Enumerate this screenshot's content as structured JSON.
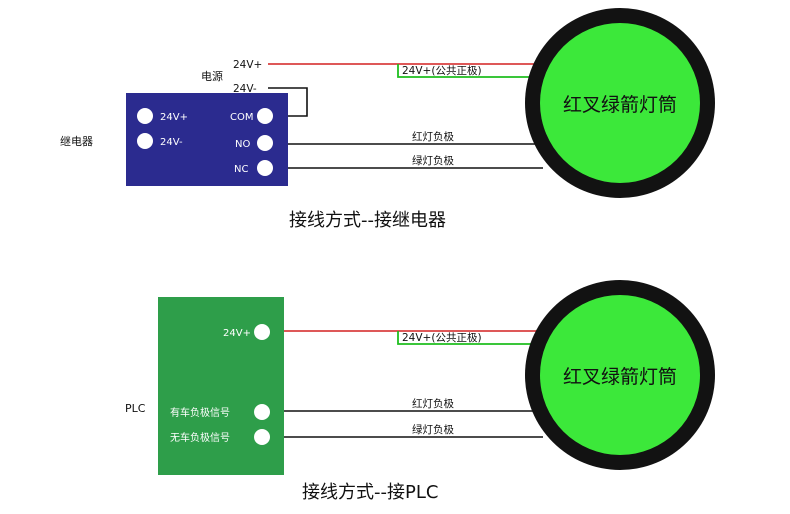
{
  "section_top": {
    "power_label": "电源",
    "power_plus": "24V+",
    "power_minus": "24V-",
    "relay_side_label": "继电器",
    "relay_terminals": {
      "plus": "24V+",
      "minus": "24V-",
      "com": "COM",
      "no": "NO",
      "nc": "NC"
    },
    "common_wire_label": "24V+(公共正极)",
    "red_wire_label": "红灯负极",
    "green_wire_label": "绿灯负极",
    "lamp_label": "红叉绿箭灯筒",
    "caption": "接线方式--接继电器"
  },
  "section_bottom": {
    "plc_side_label": "PLC",
    "plc_terminals": {
      "plus": "24V+",
      "with_car": "有车负极信号",
      "no_car": "无车负极信号"
    },
    "common_wire_label": "24V+(公共正极)",
    "red_wire_label": "红灯负极",
    "green_wire_label": "绿灯负极",
    "lamp_label": "红叉绿箭灯筒",
    "caption": "接线方式--接PLC"
  },
  "colors": {
    "relay_fill": "#2b2b8f",
    "plc_fill": "#2e9e4a",
    "lamp_ring": "#121212",
    "lamp_face": "#3ce83a",
    "wire_red": "#d42020",
    "wire_green": "#1fbf1f",
    "wire_black": "#111111"
  }
}
